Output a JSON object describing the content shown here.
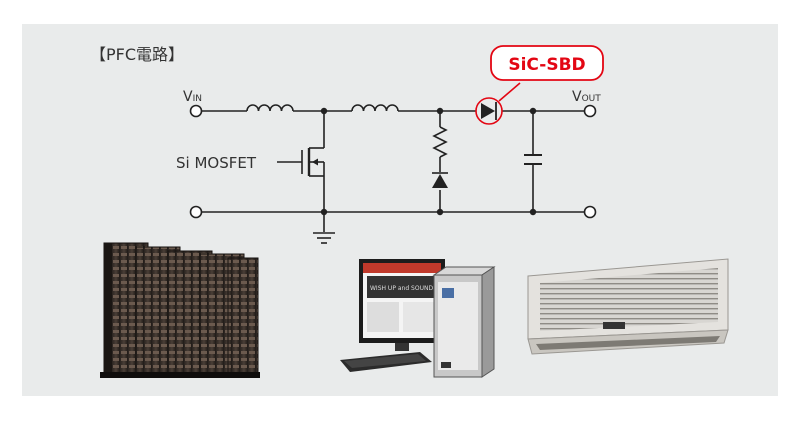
{
  "diagram": {
    "title": "【PFC電路】",
    "vin_main": "V",
    "vin_sub": "IN",
    "vout_main": "V",
    "vout_sub": "OUT",
    "mosfet_label": "Si MOSFET",
    "callout_label": "SiC-SBD",
    "callout_color": "#e30613",
    "wire_color": "#222222"
  },
  "photos": {
    "server_icon": "server-rack-image",
    "pc_icon": "desktop-pc-image",
    "ac_icon": "air-conditioner-image",
    "pc_screen_text": "WISH UP and SOUND"
  }
}
